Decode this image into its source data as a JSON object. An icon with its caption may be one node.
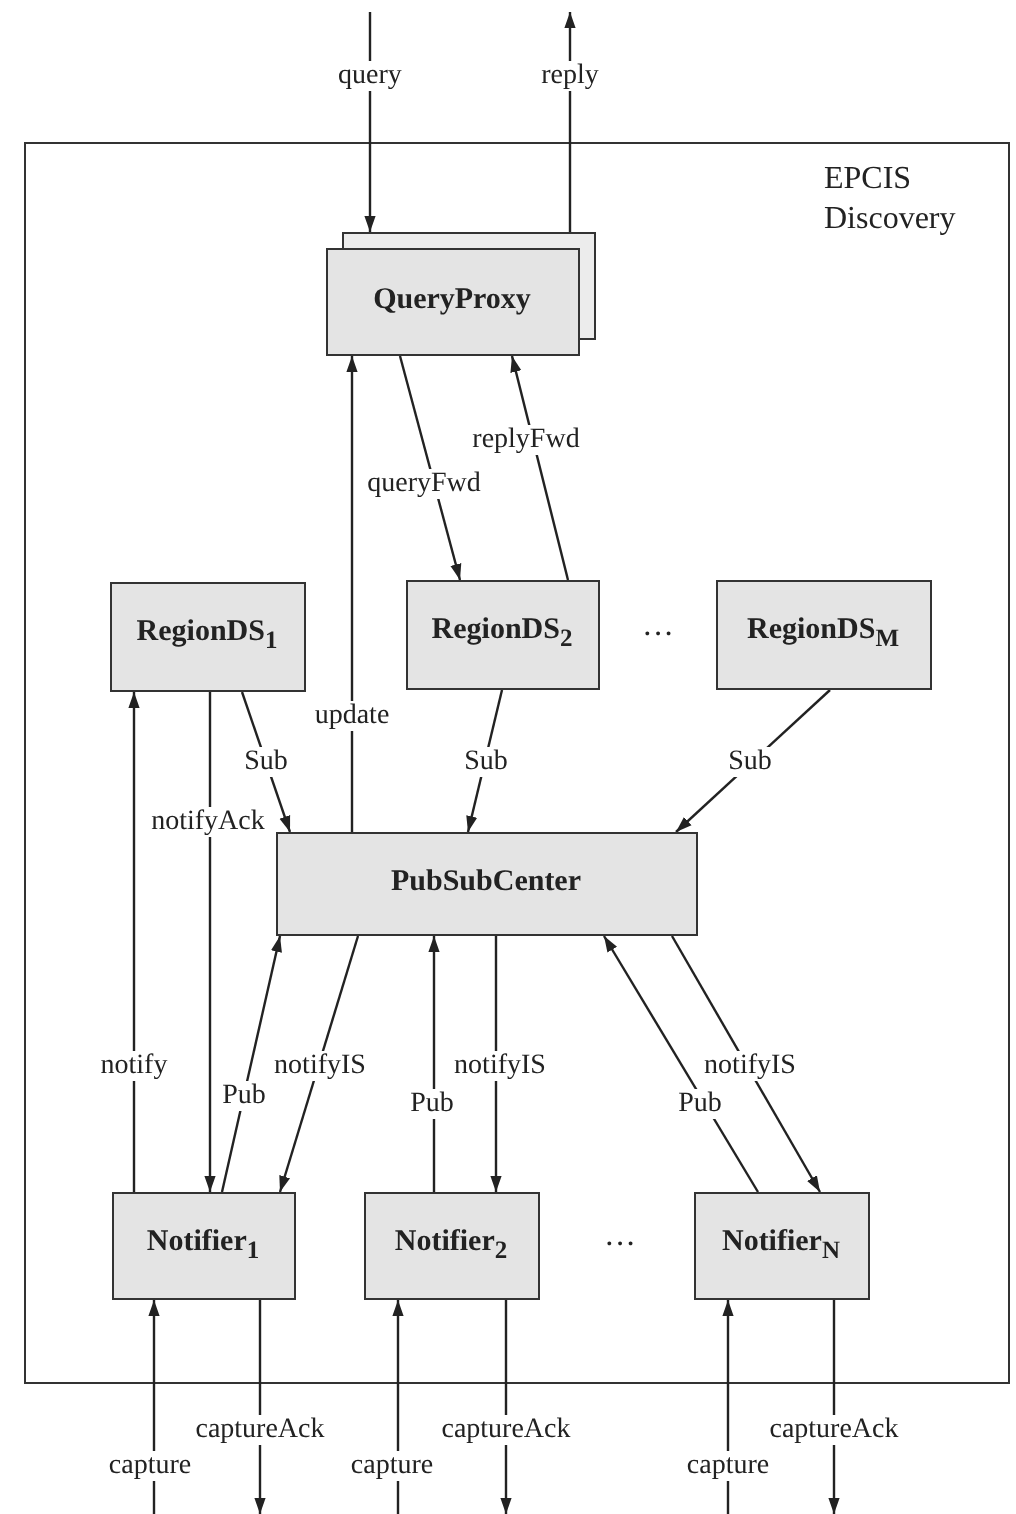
{
  "diagram": {
    "nodes": [
      {
        "text": [
          "EPCIS Discovery"
        ]
      },
      {
        "text": [
          "QueryProxy"
        ],
        "in": 0
      },
      {
        "text": [
          "RegionDS$_{1}$"
        ],
        "in": 0
      },
      {
        "text": [
          "RegionDS$_{2}$"
        ],
        "in": 0
      },
      {
        "text": [
          "RegionDS$_{M}$"
        ],
        "in": 0
      },
      {
        "text": [
          "PubSubCenter"
        ],
        "in": 0
      },
      {
        "text": [
          "Notifier$_{1}$"
        ],
        "in": 0
      },
      {
        "text": [
          "Notifier$_{2}$"
        ],
        "in": 0
      },
      {
        "text": [
          "Notifier$_{N}$"
        ],
        "in": 0
      }
    ],
    "edges": [
      {
        "from": null,
        "to": 1,
        "arrow": "to",
        "label": "query"
      },
      {
        "from": 1,
        "to": null,
        "arrow": "to",
        "label": "reply"
      },
      {
        "from": 5,
        "to": 1,
        "arrow": "to",
        "label": "update"
      },
      {
        "from": 1,
        "to": 3,
        "arrow": "to",
        "label": "queryFwd"
      },
      {
        "from": 3,
        "to": 1,
        "arrow": "to",
        "label": "replyFwd"
      },
      {
        "from": 2,
        "to": 5,
        "arrow": "to",
        "label": "Sub"
      },
      {
        "from": 3,
        "to": 5,
        "arrow": "to",
        "label": "Sub"
      },
      {
        "from": 4,
        "to": 5,
        "arrow": "to",
        "label": "Sub"
      },
      {
        "from": 6,
        "to": 2,
        "arrow": "to",
        "label": "notify"
      },
      {
        "from": 2,
        "to": 6,
        "arrow": "to",
        "label": "notifyAck"
      },
      {
        "from": 6,
        "to": 5,
        "arrow": "to",
        "label": "Pub"
      },
      {
        "from": 5,
        "to": 6,
        "arrow": "to",
        "label": "notifyIS"
      },
      {
        "from": 7,
        "to": 5,
        "arrow": "to",
        "label": "Pub"
      },
      {
        "from": 5,
        "to": 7,
        "arrow": "to",
        "label": "notifyIS"
      },
      {
        "from": 8,
        "to": 5,
        "arrow": "to",
        "label": "Pub"
      },
      {
        "from": 5,
        "to": 8,
        "arrow": "to",
        "label": "notifyIS"
      },
      {
        "from": null,
        "to": 6,
        "arrow": "to",
        "label": "capture"
      },
      {
        "from": 6,
        "to": null,
        "arrow": "to",
        "label": "captureAck"
      },
      {
        "from": null,
        "to": 7,
        "arrow": "to",
        "label": "capture"
      },
      {
        "from": 7,
        "to": null,
        "arrow": "to",
        "label": "captureAck"
      },
      {
        "from": null,
        "to": 8,
        "arrow": "to",
        "label": "capture"
      },
      {
        "from": 8,
        "to": null,
        "arrow": "to",
        "label": "captureAck"
      }
    ],
    "labels": [
      "···",
      "···"
    ]
  }
}
